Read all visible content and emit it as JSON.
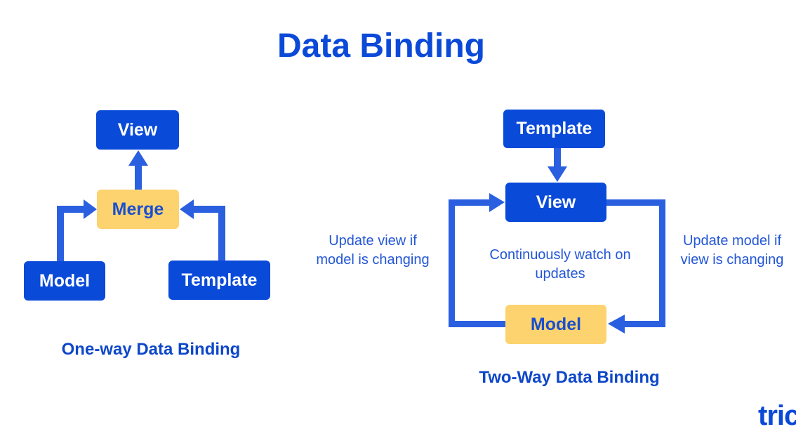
{
  "title": "Data Binding",
  "one_way": {
    "view": "View",
    "merge": "Merge",
    "model": "Model",
    "template": "Template",
    "caption": "One-way Data Binding"
  },
  "two_way": {
    "template": "Template",
    "view": "View",
    "model": "Model",
    "center_note": "Continuously watch on updates",
    "left_note": "Update view if model is changing",
    "right_note": "Update model if view is changing",
    "caption": "Two-Way Data Binding"
  },
  "logo": "tric",
  "colors": {
    "primary": "#0a4ad9",
    "arrow": "#2a5fe0",
    "highlight": "#fdd36f"
  }
}
